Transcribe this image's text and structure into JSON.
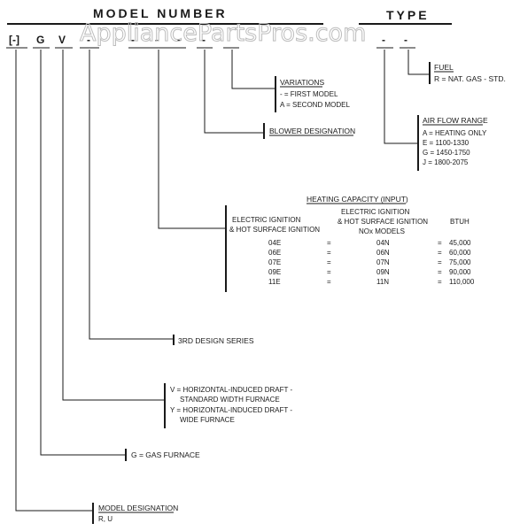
{
  "header": {
    "model_number_label": "MODEL NUMBER",
    "type_label": "TYPE",
    "watermark": "AppliancePartsPros.com"
  },
  "model_code": {
    "c1": "[-]",
    "c2": "G",
    "c3": "V",
    "c4": "-",
    "c5": "-",
    "c6": "-",
    "c7": "-",
    "c8": "-"
  },
  "type_code": {
    "c1": "-",
    "c2": "-"
  },
  "fuel": {
    "title": "FUEL",
    "line1": "R = NAT. GAS - STD."
  },
  "air_flow": {
    "title": "AIR FLOW RANGE",
    "lines": [
      "A = HEATING ONLY",
      "E = 1100-1330",
      "G = 1450-1750",
      "J = 1800-2075"
    ]
  },
  "variations": {
    "title": "VARIATIONS",
    "line1": "- = FIRST MODEL",
    "line2": "A = SECOND MODEL"
  },
  "blower": {
    "title": "BLOWER DESIGNATION"
  },
  "heating_capacity": {
    "title": "HEATING CAPACITY (INPUT)",
    "col1_header_1": "ELECTRIC IGNITION",
    "col1_header_2": "& HOT SURFACE IGNITION",
    "col2_header_1": "ELECTRIC IGNITION",
    "col2_header_2": "& HOT SURFACE IGNITION",
    "col2_header_3": "NOx MODELS",
    "col3_header": "BTUH",
    "rows": [
      {
        "a": "04E",
        "eq1": "=",
        "b": "04N",
        "eq2": "=",
        "c": "45,000"
      },
      {
        "a": "06E",
        "eq1": "=",
        "b": "06N",
        "eq2": "=",
        "c": "60,000"
      },
      {
        "a": "07E",
        "eq1": "=",
        "b": "07N",
        "eq2": "=",
        "c": "75,000"
      },
      {
        "a": "09E",
        "eq1": "=",
        "b": "09N",
        "eq2": "=",
        "c": "90,000"
      },
      {
        "a": "11E",
        "eq1": "=",
        "b": "11N",
        "eq2": "=",
        "c": "110,000"
      }
    ]
  },
  "design_series": {
    "title": "3RD DESIGN SERIES"
  },
  "draft": {
    "line1": "V = HORIZONTAL-INDUCED DRAFT -",
    "line2": "STANDARD WIDTH FURNACE",
    "line3": "Y = HORIZONTAL-INDUCED DRAFT -",
    "line4": "WIDE FURNACE"
  },
  "gas_furnace": {
    "title": "G = GAS FURNACE"
  },
  "model_designation": {
    "title": "MODEL DESIGNATION",
    "line1": "R, U"
  }
}
